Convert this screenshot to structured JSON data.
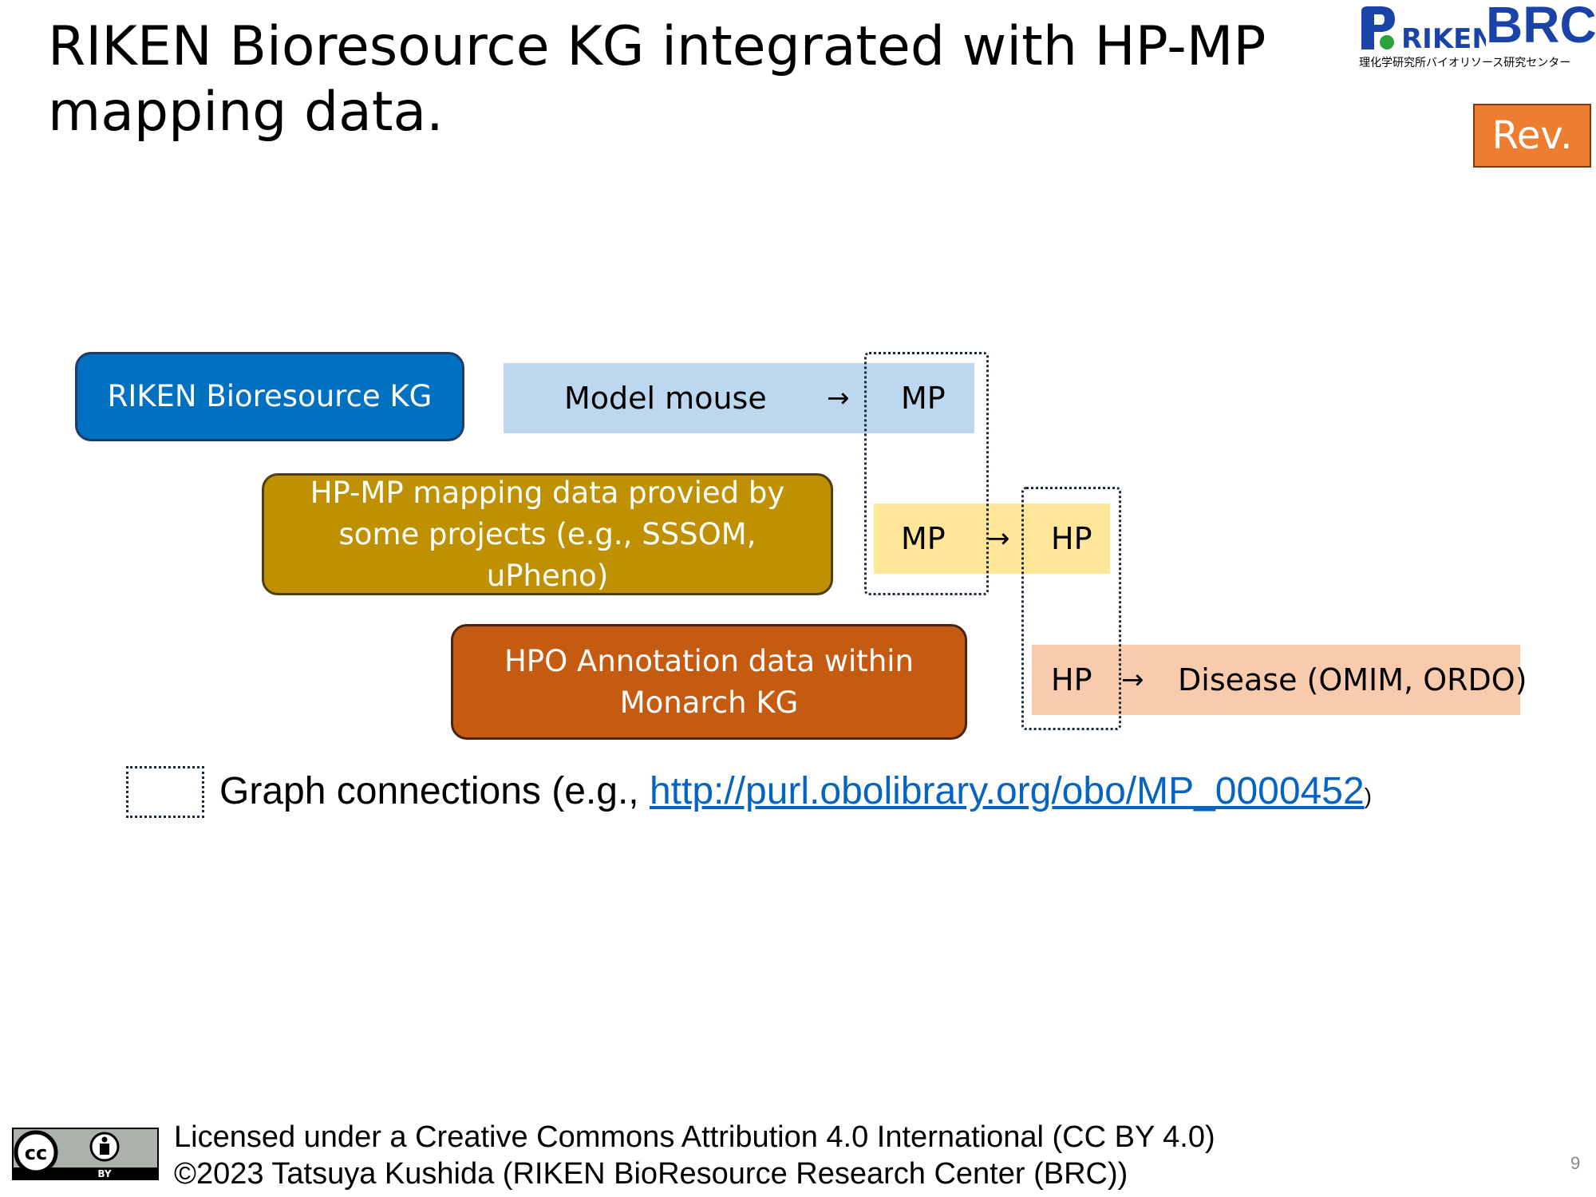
{
  "title": "RIKEN Bioresource KG integrated with HP-MP mapping data.",
  "logo": {
    "name": "RIKEN BRC",
    "riken": "RIKEN",
    "brc": "BRC",
    "subtitle": "理化学研究所バイオリソース研究センター"
  },
  "badge": "Rev.",
  "sources": {
    "riken_kg": "RIKEN Bioresource KG",
    "hpmp": "HP-MP mapping data provied by some projects (e.g., SSSOM, uPheno)",
    "hpo": "HPO Annotation data within Monarch KG"
  },
  "rows": {
    "mouse": {
      "from": "Model mouse",
      "arrow": "→",
      "to": "MP"
    },
    "mphp": {
      "from": "MP",
      "arrow": "→",
      "to": "HP"
    },
    "hpdis": {
      "from": "HP",
      "arrow": "→",
      "to": "Disease (OMIM, ORDO)"
    }
  },
  "legend": {
    "prefix": "Graph connections (e.g., ",
    "link": "http://purl.obolibrary.org/obo/MP_0000452",
    "suffix": ")"
  },
  "footer": {
    "license": "Licensed under a Creative Commons Attribution 4.0 International (CC BY 4.0)",
    "copyright": "©2023 Tatsuya Kushida (RIKEN BioResource Research Center (BRC))",
    "cc_badge": {
      "cc": "cc",
      "by": "BY"
    },
    "page": "9"
  },
  "colors": {
    "riken_kg": "#0070c0",
    "hpmp": "#bf9000",
    "hpo": "#c55a11",
    "band_mouse": "#bdd7ee",
    "band_mphp": "#ffe699",
    "band_hpdis": "#f8cbad",
    "badge": "#ed7d31",
    "link": "#0563c1"
  }
}
